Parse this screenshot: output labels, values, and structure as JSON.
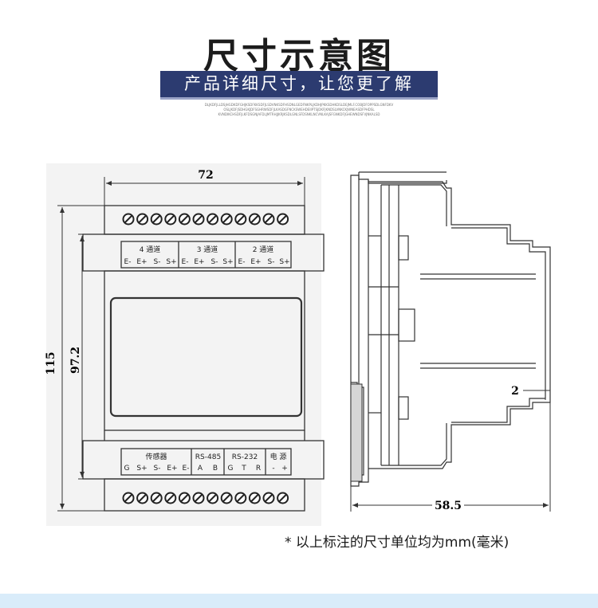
{
  "title": "尺寸示意图",
  "subtitle": "产品详细尺寸，让您更了解",
  "small_text": [
    "DLJKDFJLLDSJHGDKDFGHJKSDFKKSDFJLSDVNKSDFHSDNLGEDFNKPLJKDHJPKKSDHKDSLDEJMLF.COBJDFOPPSDLGNFDKV",
    "OSLJKDFJSDHGKJDFSGHRWSDFJLKASDGFNCKSWEHDEIIPTSJDKFJKNDSLVNKCKJWNEASDFPHDSL",
    "KVNDIKCHSDFJLKFDSGNJAFDLJMTRHJJKRJKSDLGNLSFDSNKLNCVNLKAJSFGNKDFJGHEWNDSFVJNKALSD"
  ],
  "front_view": {
    "dim_width": "72",
    "dim_total_height": "115",
    "dim_body_height": "97.2",
    "top_channels": [
      {
        "name": "4 通道",
        "terminals": [
          "E-",
          "E+",
          "S-",
          "S+"
        ]
      },
      {
        "name": "3 通道",
        "terminals": [
          "E-",
          "E+",
          "S-",
          "S+"
        ]
      },
      {
        "name": "2 通道",
        "terminals": [
          "E-",
          "E+",
          "S-",
          "S+"
        ]
      }
    ],
    "bottom_groups": [
      {
        "name": "传感器",
        "terminals": [
          "G",
          "S+",
          "S-",
          "E+",
          "E-"
        ]
      },
      {
        "name": "RS-485",
        "terminals": [
          "A",
          "B"
        ]
      },
      {
        "name": "RS-232",
        "terminals": [
          "G",
          "T",
          "R"
        ]
      },
      {
        "name": "电 源",
        "terminals": [
          "-",
          "+"
        ]
      }
    ]
  },
  "side_view": {
    "dim_depth": "58.5",
    "dim_lip": "2"
  },
  "note": "* 以上标注的尺寸单位均为mm(毫米)",
  "colors": {
    "banner": "#2c3b70",
    "line": "#333333",
    "band": "#d9ecfa"
  }
}
